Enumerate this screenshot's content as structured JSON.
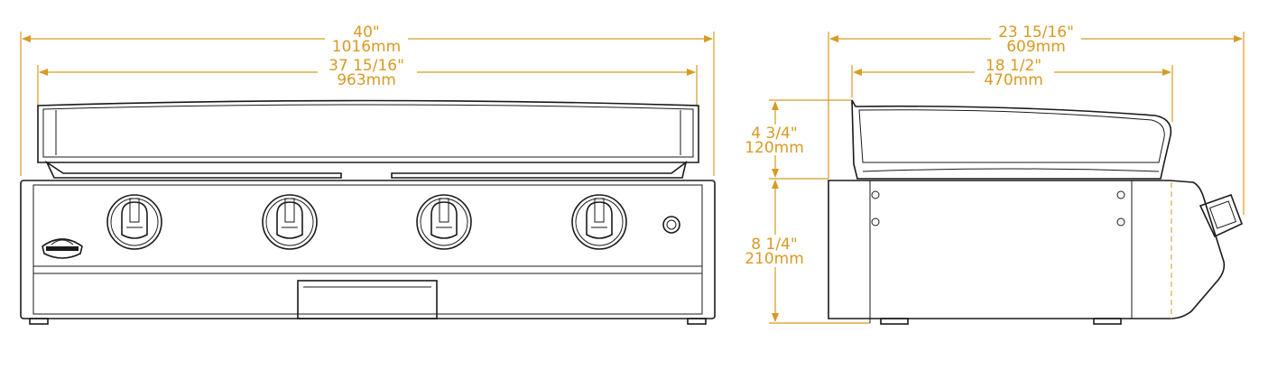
{
  "colors": {
    "dimension": "#d79a24",
    "outline": "#1a1a1a",
    "background": "#ffffff"
  },
  "front_view": {
    "overall_width": {
      "imperial": "40\"",
      "metric": "1016mm"
    },
    "plate_width": {
      "imperial": "37 15/16\"",
      "metric": "963mm"
    },
    "knob_count": 4,
    "igniter_icon": "igniter-button-icon",
    "logo_icon": "brand-logo-icon"
  },
  "side_view": {
    "overall_depth": {
      "imperial": "23 15/16\"",
      "metric": "609mm"
    },
    "lid_depth": {
      "imperial": "18 1/2\"",
      "metric": "470mm"
    },
    "lid_height": {
      "imperial": "4 3/4\"",
      "metric": "120mm"
    },
    "body_height": {
      "imperial": "8 1/4\"",
      "metric": "210mm"
    }
  }
}
